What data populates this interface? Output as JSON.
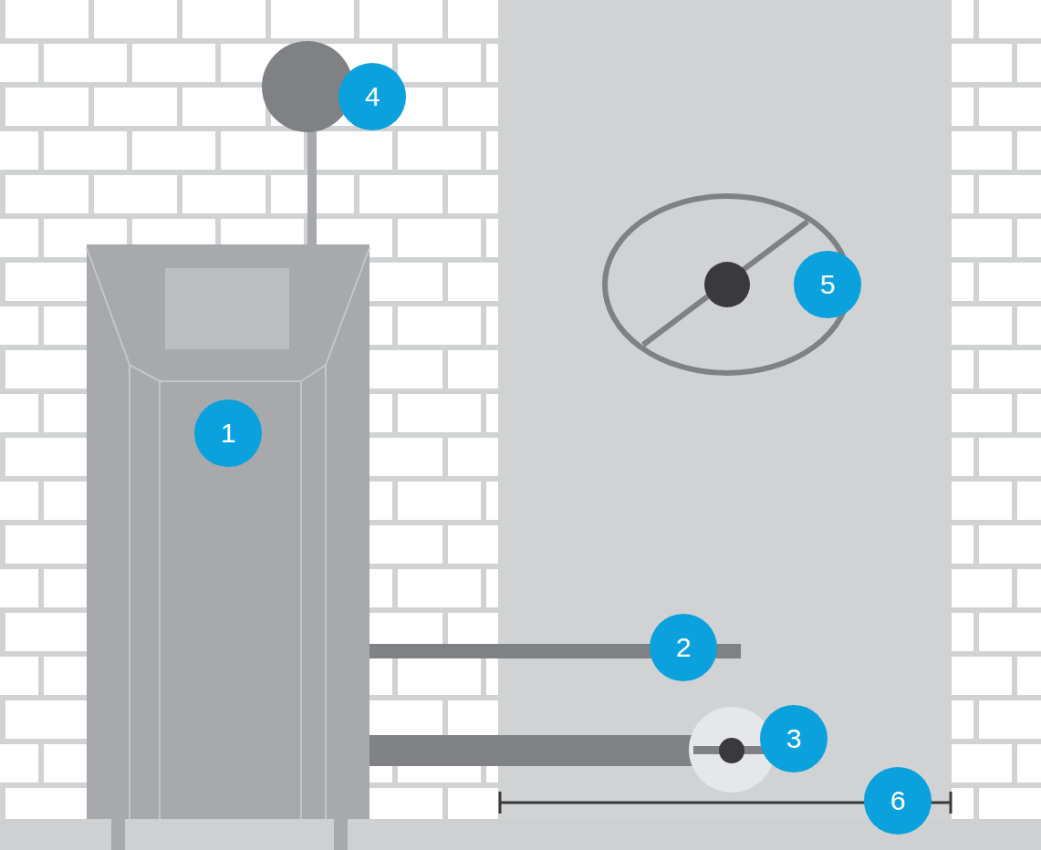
{
  "diagram": {
    "labels": [
      "4",
      "5",
      "1",
      "2",
      "3",
      "6"
    ]
  }
}
